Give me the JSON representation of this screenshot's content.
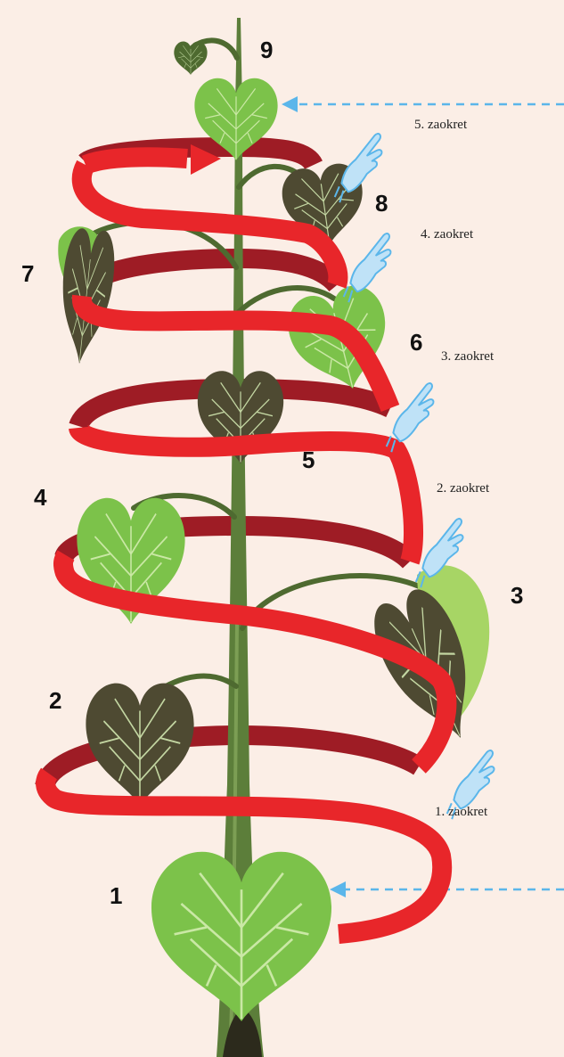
{
  "leaf_labels": [
    "1",
    "2",
    "3",
    "4",
    "5",
    "6",
    "7",
    "8",
    "9"
  ],
  "turn_labels": [
    "1. zaokret",
    "2. zaokret",
    "3. zaokret",
    "4. zaokret",
    "5. zaokret"
  ],
  "colors": {
    "background": "#fbeee6",
    "stem": "#5c7e3a",
    "ribbon": "#e8262a",
    "ribbon_back": "#9e1c25",
    "leaf_light": "#7cc24a",
    "leaf_dark": "#4e4a32",
    "vein": "#d8efb6",
    "arrow": "#5bb6ea"
  },
  "icons": [
    "pointing-hand-icon",
    "dashed-arrow-icon",
    "heart-leaf-icon",
    "spiral-ribbon-icon"
  ]
}
